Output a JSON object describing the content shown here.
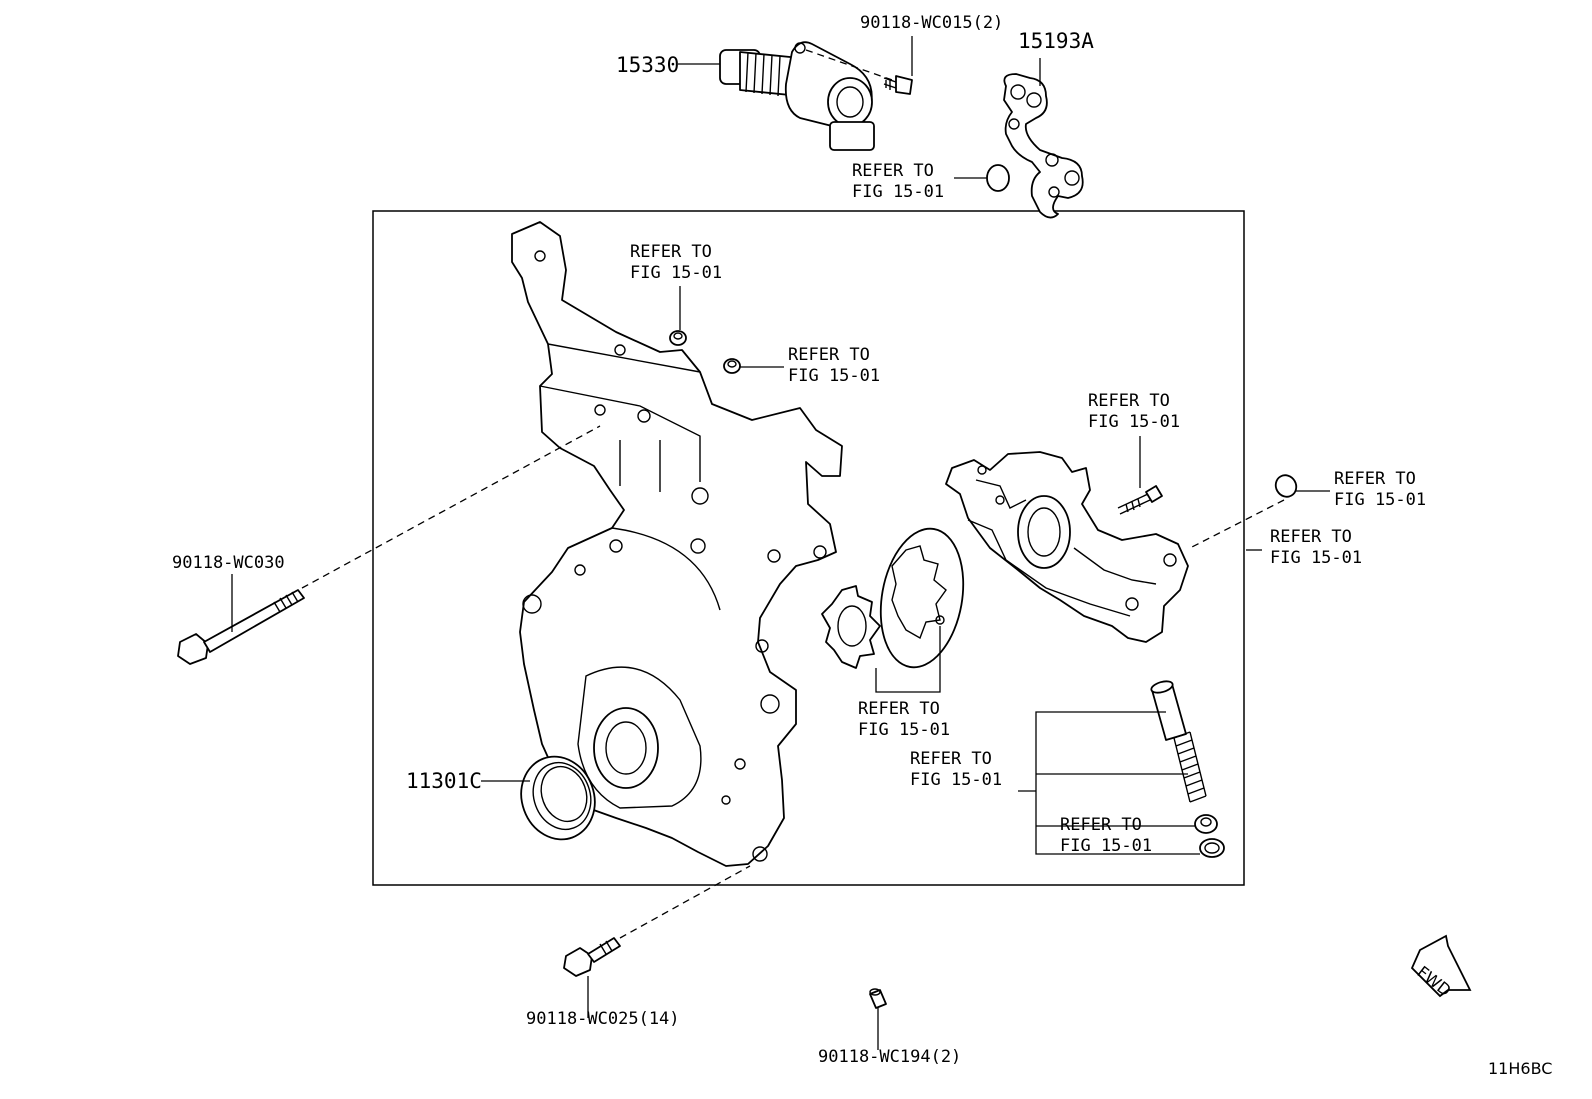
{
  "parts": {
    "solenoid": "15330",
    "gasket": "15193A",
    "oil_seal": "11301C",
    "bolt_solenoid": "90118-WC015(2)",
    "bolt_long": "90118-WC030",
    "bolt_cover": "90118-WC025(14)",
    "pin": "90118-WC194(2)"
  },
  "refer": {
    "line1": "REFER TO",
    "line2": "FIG 15-01"
  },
  "fwd_label": "FWD",
  "diagram_code": "11H6BC"
}
